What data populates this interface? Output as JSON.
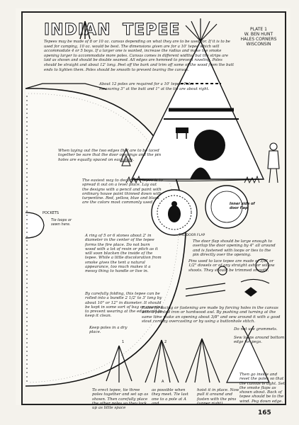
{
  "title": [
    "INDIAN",
    "TEPEE"
  ],
  "plate": {
    "line1": "PLATE 1",
    "line2": "W. BEN HUNT",
    "line3": "HALES CORNERS",
    "line4": "WISCONSIN"
  },
  "paragraphs": {
    "intro": "Tepees may be made of 8 or 10 oz. canvas depending on what they are to be used for. If it is to be used for camping, 10 oz. would be best. The dimensions given are for a 10' tepee which will accommodate 4 or 5 boys. If a larger one is wanted, increase the radius and make the smoke opening larger to accommodate more poles. Canvas comes in different widths, but the strips are laid as shown and should be double seamed. All edges are hemmed to prevent raveling. Poles should be straight and about 12' long. Peel off the bark and trim off some of the wood from the butt ends to lighten them. Poles should be smooth to prevent tearing the canvas.",
    "poles": "About 12 poles are required for a 10' tepee. Poles measuring 3\" at the butt and 1\" at the tip are about right.",
    "laying": "When laying out the two edges that are to be laced together be sure that the door openings and the pin holes are equally spaced on each side.",
    "decorate": "The easiest way to decorate a tepee is to spread it out on a level place. Lay out the designs with a pencil and paint with ordinary house paint thinned down with turpentine. Red, yellow, blue and black are the colors most commonly used.",
    "stones": "A ring of 5 or 6 stones about 2' in diameter in the center of the tepee forms the fire place. Do not burn wood with a lot of resin or pitch as it will soon blacken the inside of the tepee. While a little discoloration from smoke gives the tent a natural appearance, too much makes it a messy thing to handle or live in.",
    "folding": "By carefully folding, this tepee can be rolled into a bundle 2 1/2' to 3' long by about 10\" or 12\" in diameter. It should be kept in some sort of bag or covering to prevent wearing at the edges and to keep it clean.",
    "keep": "Keep poles in a dry place.",
    "doorflap": "The door flap should be large enough to overlap the door opening by 4\" all around and is fastened with loops or ties to the pin directly over the opening.",
    "pins": "Pins used to lace tepee are made of 3/8\" or 1/2\" dowels or of any straight ash or willow shoots. They should be trimmed smooth.",
    "holes": "Holes for lacing or fastening are made by forcing holes in the canvas with a pointed iron or hardwood awl. By pushing and turning at the same time make an opening about 3/8\" and sew around it with a good stout cord by overcasting or by using a buttonhole stitch.",
    "grommets": "Do not use grommets.",
    "sewloops": "Sew loops around bottom edge for pegs.",
    "erect": "To erect tepee, tie three poles together and set up as shown. Then carefully place the other poles so they lock up as little space",
    "erect2": "as possible when they meet. Tie last one to a pole at A and",
    "erect3": "hoist it in place. Now pull it around and fasten with the pins (upper right)",
    "erect4": "Then go inside and reset the poles so that the canvas is tight. Set the smoke flaps as shown about. Back of tepee should be to the wind. Peg down edge."
  },
  "labels": {
    "pockets": "POCKETS",
    "tie": "Tie loops or sewn here.",
    "inner": "Inner side of door flap",
    "doorflap_tag": "THE DOOR FLAP",
    "step1": "1",
    "step2": "2",
    "stepA": "A"
  },
  "page_number": "165"
}
